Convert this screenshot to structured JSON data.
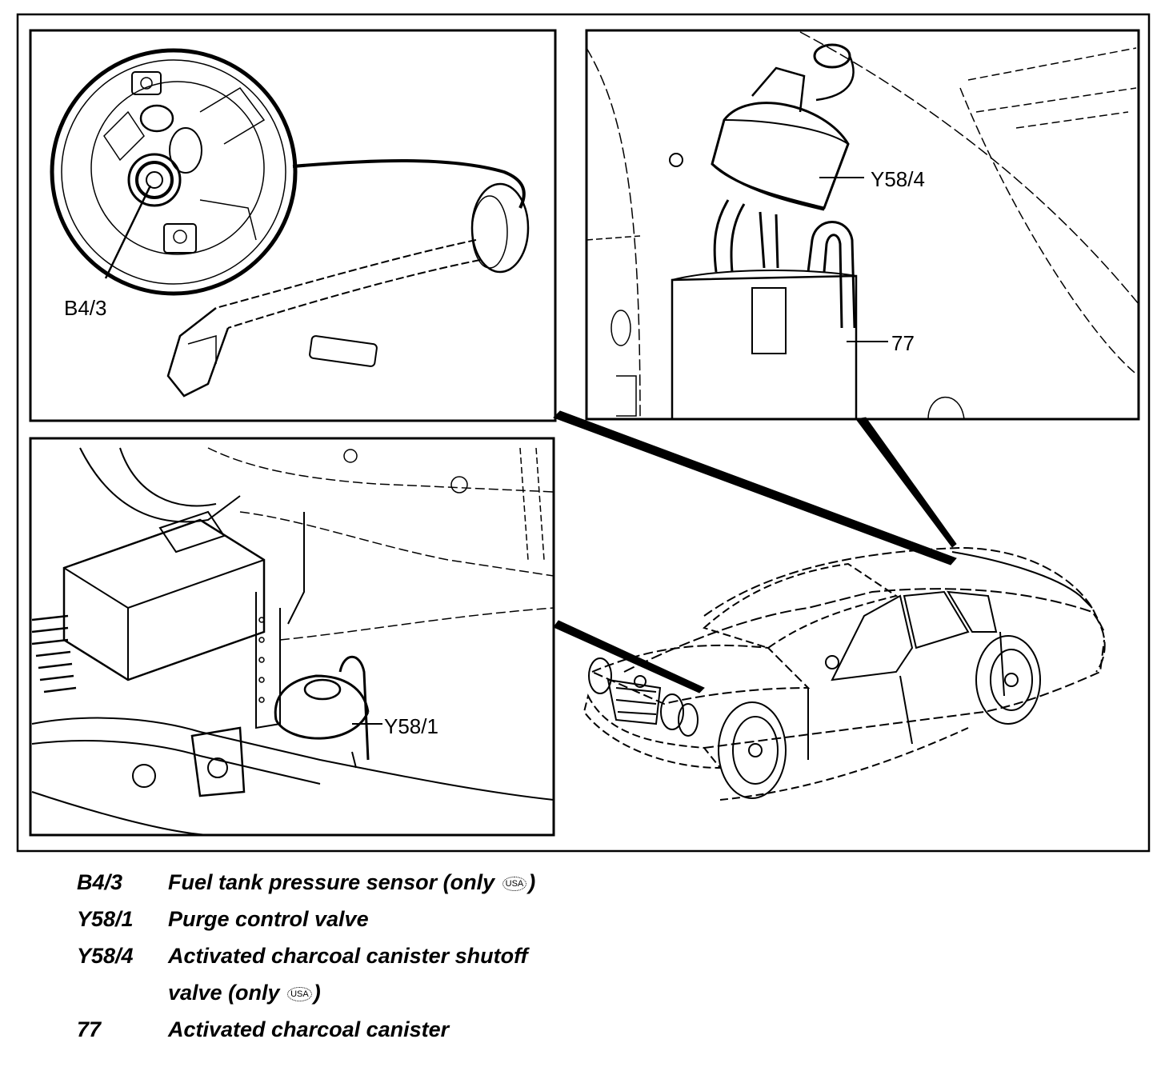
{
  "callouts": {
    "b4_3": "B4/3",
    "y58_4": "Y58/4",
    "n77": "77",
    "y58_1": "Y58/1"
  },
  "legend": {
    "b4_3": {
      "code": "B4/3",
      "text": "Fuel tank pressure sensor (only",
      "mark": "USA",
      "close": ")"
    },
    "y58_1": {
      "code": "Y58/1",
      "text": "Purge control valve"
    },
    "y58_4": {
      "code": "Y58/4",
      "text": "Activated charcoal canister shutoff",
      "text2": "valve (only",
      "mark": "USA",
      "close": ")"
    },
    "n77": {
      "code": "77",
      "text": "Activated charcoal canister"
    }
  }
}
